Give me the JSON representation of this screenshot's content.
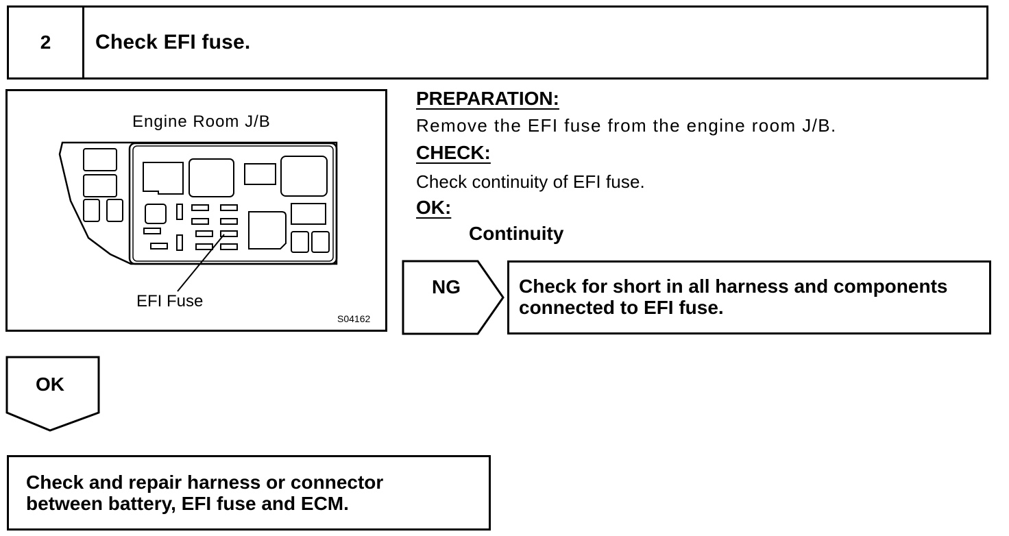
{
  "step": {
    "number": "2",
    "title": "Check EFI fuse."
  },
  "figure": {
    "title": "Engine Room J/B",
    "callout": "EFI Fuse",
    "code": "S04162"
  },
  "instructions": {
    "preparation_label": "PREPARATION:",
    "preparation_text": "Remove the EFI fuse from the engine room J/B.",
    "check_label": "CHECK:",
    "check_text": "Check continuity of EFI fuse.",
    "ok_label": "OK:",
    "ok_value": "Continuity"
  },
  "ng_result": {
    "tag": "NG",
    "line1": "Check for short in all harness and components",
    "line2": "connected to EFI fuse."
  },
  "ok_result": {
    "tag": "OK",
    "line1": "Check and repair harness or connector",
    "line2": "between battery, EFI fuse and ECM."
  }
}
